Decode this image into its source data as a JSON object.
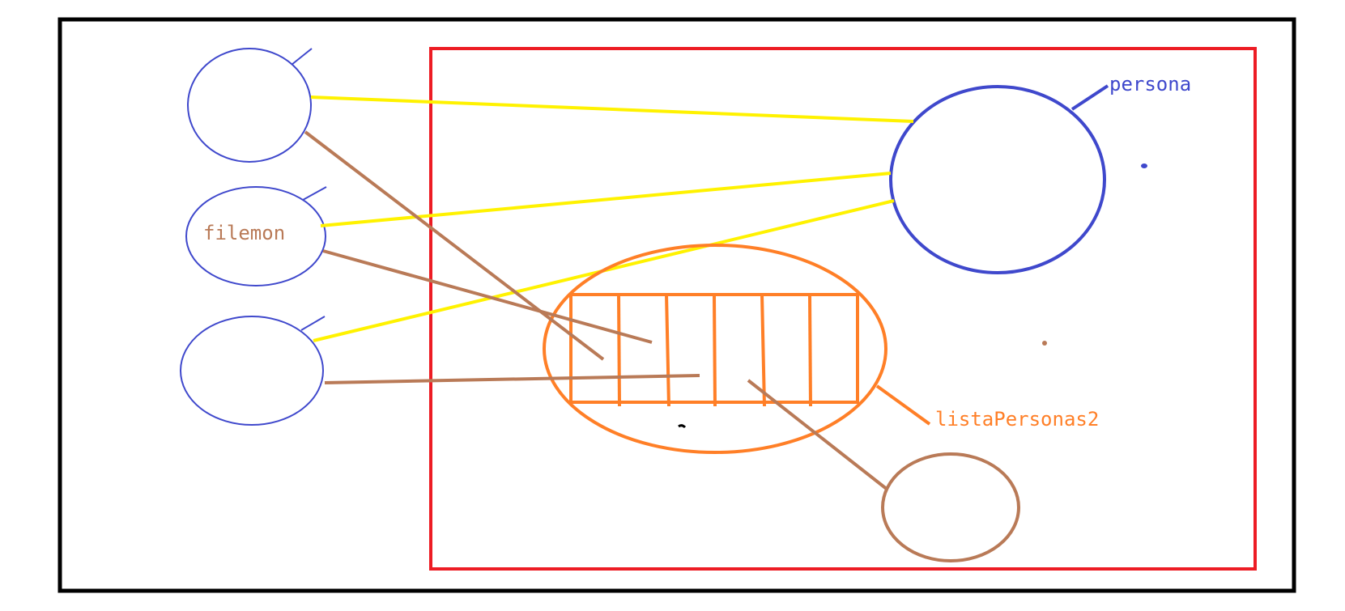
{
  "labels": {
    "persona": "persona",
    "filemon": "filemon",
    "lista": "listaPersonas2"
  },
  "colors": {
    "frame": "#000000",
    "region": "#ed1c24",
    "object_blue": "#3f48cc",
    "reference_yellow": "#fff200",
    "reference_brown": "#b97a57",
    "list_orange": "#ff7f27"
  },
  "list_cells": 6
}
